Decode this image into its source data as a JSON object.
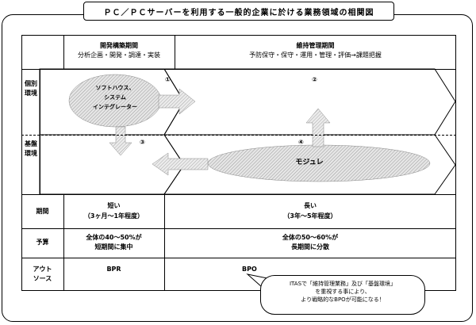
{
  "title": "ＰＣ／ＰＣサーバーを利用する一般的企業に於ける業務領域の相関図",
  "phases": [
    {
      "name": "開発構築期間",
      "detail": "分析企画・開発・調達・実装"
    },
    {
      "name": "維持管理期間",
      "detail": "予防保守・保守・運用・管理・評価→課題把握"
    }
  ],
  "rows": {
    "individual": "個別環境",
    "base": "基盤環境",
    "period": "期間",
    "budget": "予算",
    "outsource_1": "アウト",
    "outsource_2": "ソース"
  },
  "markers": [
    "①",
    "②",
    "③",
    "④"
  ],
  "sys_integrator": [
    "ソフトハウス、",
    "システム",
    "インテグレーター"
  ],
  "module_label": "モジュレ",
  "period_cells": {
    "dev_main": "短い",
    "dev_sub": "（3ヶ月～1年程度）",
    "ops_main": "長い",
    "ops_sub": "（3年～5年程度）"
  },
  "budget_cells": {
    "dev_1": "全体の40～50%が",
    "dev_2": "短期間に集中",
    "ops_1": "全体の50～60%が",
    "ops_2": "長期間に分散"
  },
  "outsource_cells": {
    "dev": "BPR",
    "ops": "BPO"
  },
  "callout": [
    "ITASで「維持管理業務」及び「基盤環境」",
    "を重視する事により、",
    "より戦略的なBPOが可能になる！"
  ]
}
